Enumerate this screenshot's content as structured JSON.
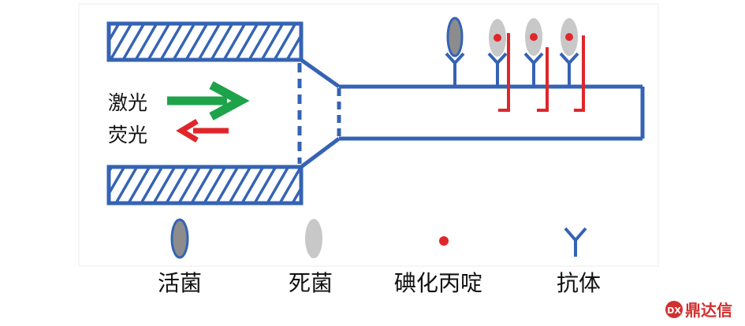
{
  "diagram": {
    "laser_label": "激光",
    "fluorescence_label": "荧光"
  },
  "legend": {
    "live_bacteria": "活菌",
    "dead_bacteria": "死菌",
    "propidium_iodide": "碘化丙啶",
    "antibody": "抗体"
  },
  "watermark": {
    "text": "鼎达信",
    "color": "#d32f2f"
  },
  "colors": {
    "fiber_blue": "#3563b4",
    "laser_green": "#1fa34a",
    "fluorescence_red": "#e0262a",
    "live_gray": "#8c8c8c",
    "dead_gray": "#c8c8c8"
  }
}
